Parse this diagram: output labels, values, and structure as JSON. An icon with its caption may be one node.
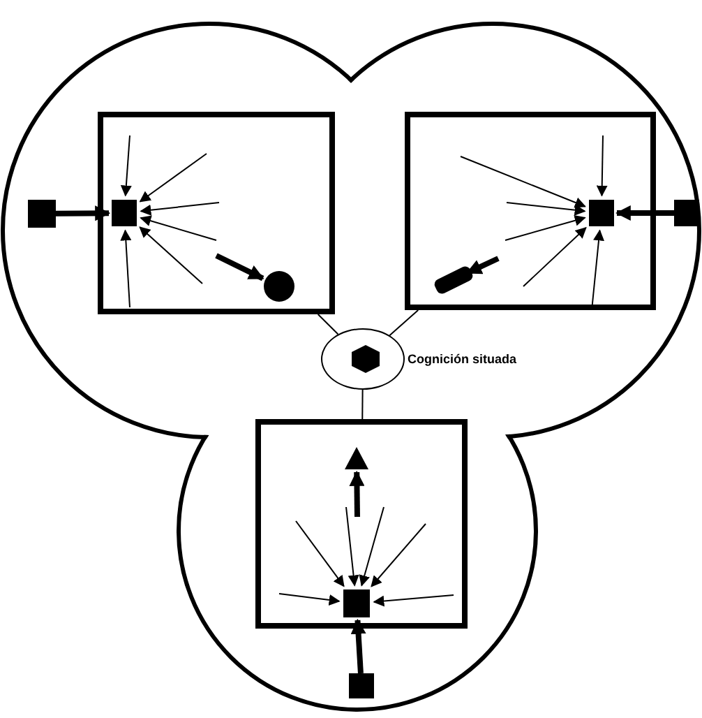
{
  "diagram": {
    "nodes": [
      {
        "text": [],
        "shape": "box"
      },
      {
        "text": [],
        "shape": "box"
      },
      {
        "text": [],
        "shape": "box",
        "in": 0
      },
      {
        "text": [],
        "shape": "circle",
        "in": 0
      },
      {
        "text": [],
        "shape": "box"
      },
      {
        "text": [],
        "shape": "box",
        "in": 4
      },
      {
        "text": [],
        "shape": "box"
      },
      {
        "text": [],
        "shape": "bar",
        "in": 4
      },
      {
        "text": [
          "Cognición situada"
        ]
      },
      {
        "text": [],
        "shape": "hexagon",
        "in": 8
      },
      {
        "text": [],
        "shape": "box"
      },
      {
        "text": [],
        "shape": "triangle",
        "in": 10
      },
      {
        "text": [],
        "shape": "box",
        "in": 10
      },
      {
        "text": [],
        "shape": "box"
      }
    ],
    "edges": [
      {
        "from": null,
        "to": 2,
        "arrow": "to"
      },
      {
        "from": null,
        "to": 2,
        "arrow": "to"
      },
      {
        "from": null,
        "to": 2,
        "arrow": "to"
      },
      {
        "from": null,
        "to": 2,
        "arrow": "to"
      },
      {
        "from": null,
        "to": 2,
        "arrow": "to"
      },
      {
        "from": null,
        "to": 2,
        "arrow": "to"
      },
      {
        "from": 1,
        "to": 2,
        "arrow": "to",
        "style": "thick"
      },
      {
        "from": null,
        "to": 3,
        "arrow": "to",
        "style": "thick"
      },
      {
        "from": null,
        "to": 5,
        "arrow": "to"
      },
      {
        "from": null,
        "to": 5,
        "arrow": "to"
      },
      {
        "from": null,
        "to": 5,
        "arrow": "to"
      },
      {
        "from": null,
        "to": 5,
        "arrow": "to"
      },
      {
        "from": null,
        "to": 5,
        "arrow": "to"
      },
      {
        "from": null,
        "to": 5,
        "arrow": "to"
      },
      {
        "from": 6,
        "to": 5,
        "arrow": "to",
        "style": "thick"
      },
      {
        "from": null,
        "to": 7,
        "arrow": "to",
        "style": "thick"
      },
      {
        "from": null,
        "to": 12,
        "arrow": "to"
      },
      {
        "from": null,
        "to": 12,
        "arrow": "to"
      },
      {
        "from": null,
        "to": 12,
        "arrow": "to"
      },
      {
        "from": null,
        "to": 12,
        "arrow": "to"
      },
      {
        "from": null,
        "to": 12,
        "arrow": "to"
      },
      {
        "from": null,
        "to": 12,
        "arrow": "to"
      },
      {
        "from": 13,
        "to": 12,
        "arrow": "to",
        "style": "thick"
      },
      {
        "from": null,
        "to": 11,
        "arrow": "to",
        "style": "thick"
      },
      {
        "from": 8,
        "to": 0,
        "arrow": "none"
      },
      {
        "from": 8,
        "to": 4,
        "arrow": "none"
      },
      {
        "from": 8,
        "to": 10,
        "arrow": "none"
      }
    ]
  }
}
